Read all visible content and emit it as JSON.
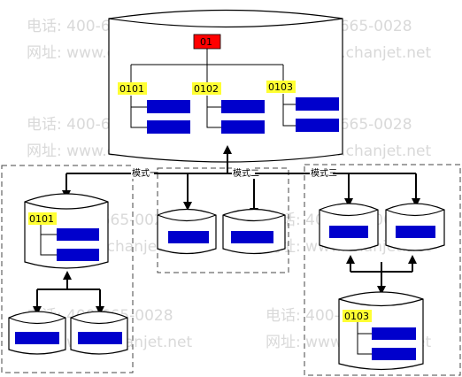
{
  "colors": {
    "root_node": "#ff0000",
    "code_highlight": "#ffff33",
    "data_block": "#0000cc",
    "watermark": "#d9d9d9",
    "line": "#000000",
    "mode_box_border": "#444444"
  },
  "diagram": {
    "root_node_label": "01",
    "top_branches": [
      "0101",
      "0102",
      "0103"
    ],
    "modes": {
      "mode1": {
        "label": "模式一",
        "node_label": "0101"
      },
      "mode2": {
        "label": "模式二"
      },
      "mode3": {
        "label": "模式三",
        "node_label": "0103"
      }
    }
  },
  "watermark": {
    "phone": "电话: 400-665-0028",
    "site": "网址: www.chanjet.net"
  }
}
